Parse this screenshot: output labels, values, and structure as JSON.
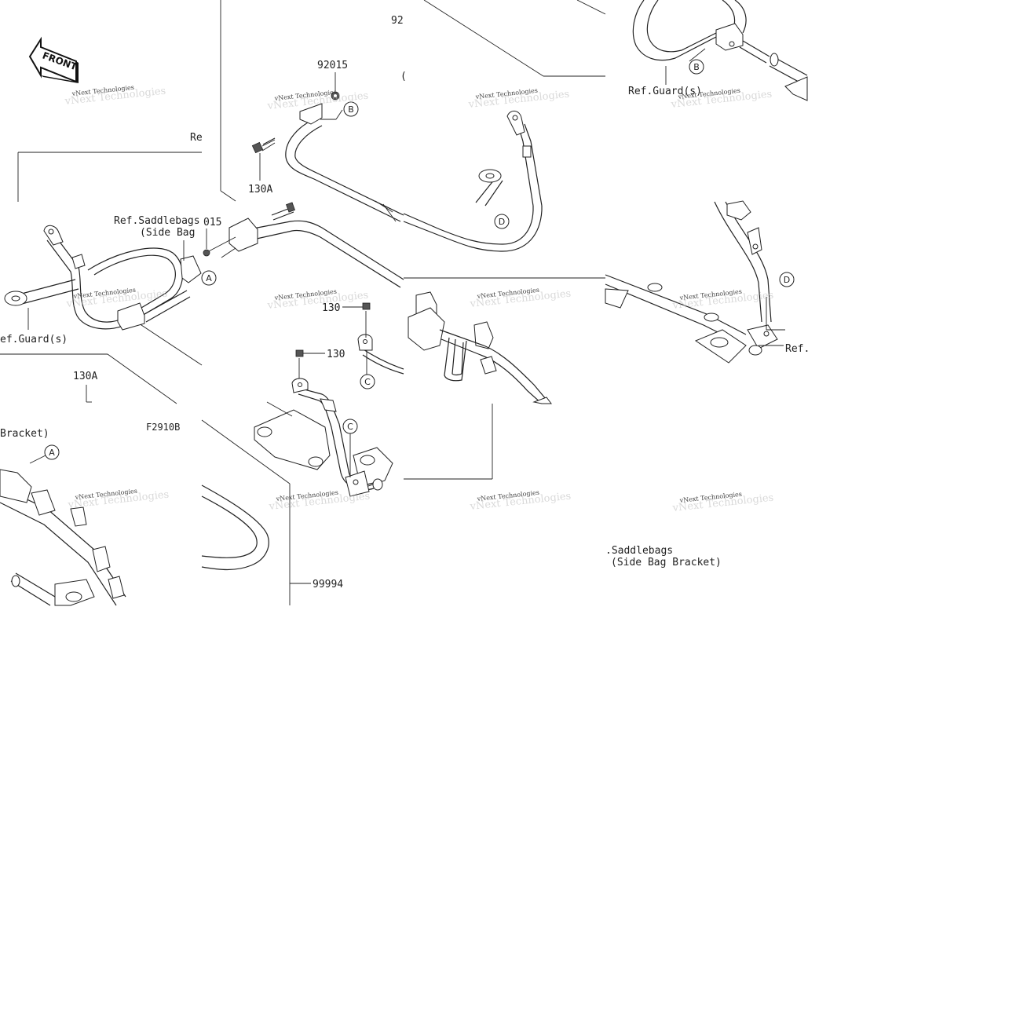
{
  "front_badge": {
    "text": "FRONT"
  },
  "figure_code": "F2910B",
  "watermark": "vNext Technologies",
  "callouts": {
    "a": "A",
    "b": "B",
    "c": "C",
    "d": "D"
  },
  "part_labels": {
    "p92015_top": "92015",
    "p92_top": "92",
    "p130A_top": "130A",
    "p015": "015",
    "p130_upper": "130",
    "p130_lower": "130",
    "p130A_left": "130A",
    "p99994": "99994"
  },
  "ref_labels": {
    "guard_top_right": "Ref.Guard(s)",
    "guard_left": "ef.Guard(s)",
    "saddlebags_left_line1": "Ref.Saddlebags",
    "saddlebags_left_line2": "(Side Bag",
    "bracket_left": "Bracket)",
    "re_fragment": "Re",
    "ref_right_fragment": "Ref.",
    "saddlebags_right_line1": ".Saddlebags",
    "saddlebags_right_line2": "(Side Bag Bracket)",
    "paren_fragment": "("
  }
}
